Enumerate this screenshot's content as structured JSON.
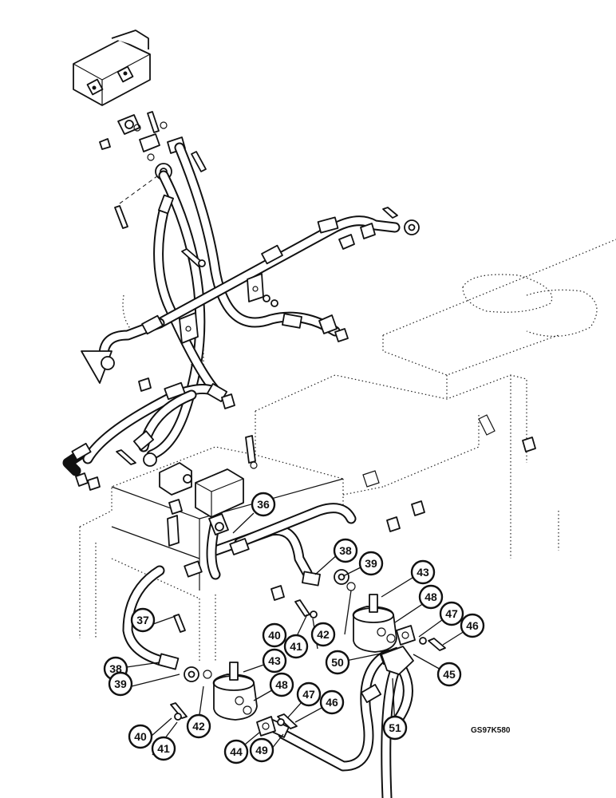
{
  "callouts": [
    {
      "number": "36"
    },
    {
      "number": "37"
    },
    {
      "number": "38"
    },
    {
      "number": "39"
    },
    {
      "number": "40"
    },
    {
      "number": "41"
    },
    {
      "number": "42"
    },
    {
      "number": "43"
    },
    {
      "number": "48"
    },
    {
      "number": "47"
    },
    {
      "number": "46"
    },
    {
      "number": "45"
    },
    {
      "number": "50"
    },
    {
      "number": "51"
    },
    {
      "number": "38"
    },
    {
      "number": "39"
    },
    {
      "number": "43"
    },
    {
      "number": "48"
    },
    {
      "number": "47"
    },
    {
      "number": "46"
    },
    {
      "number": "40"
    },
    {
      "number": "41"
    },
    {
      "number": "42"
    },
    {
      "number": "44"
    },
    {
      "number": "49"
    }
  ],
  "reference_code": "GS97K580"
}
